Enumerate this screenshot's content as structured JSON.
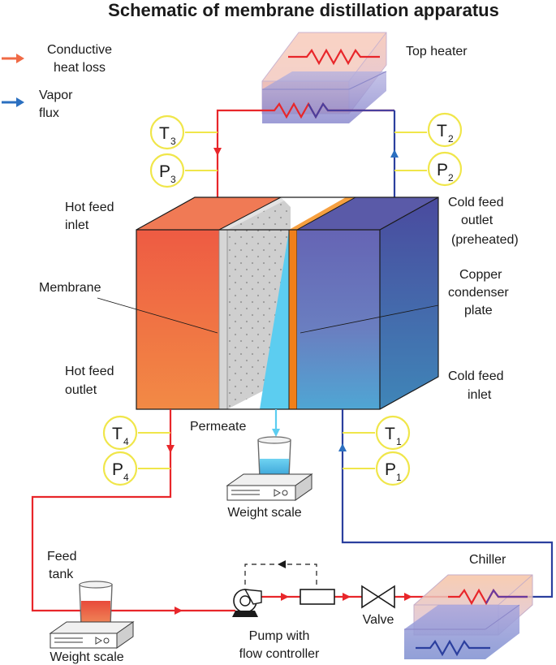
{
  "title": "Schematic of membrane distillation apparatus",
  "legend": {
    "conductive_line1": "Conductive",
    "conductive_line2": "heat loss",
    "vapor_line1": "Vapor",
    "vapor_line2": "flux"
  },
  "labels": {
    "top_heater": "Top heater",
    "hot_feed_inlet_1": "Hot feed",
    "hot_feed_inlet_2": "inlet",
    "hot_feed_outlet_1": "Hot feed",
    "hot_feed_outlet_2": "outlet",
    "membrane": "Membrane",
    "cold_feed_outlet_1": "Cold feed",
    "cold_feed_outlet_2": "outlet",
    "cold_feed_outlet_3": "(preheated)",
    "copper_1": "Copper",
    "copper_2": "condenser",
    "copper_3": "plate",
    "cold_feed_inlet_1": "Cold feed",
    "cold_feed_inlet_2": "inlet",
    "permeate": "Permeate",
    "weight_scale_center": "Weight scale",
    "feed_tank_1": "Feed",
    "feed_tank_2": "tank",
    "weight_scale_left": "Weight scale",
    "pump_1": "Pump with",
    "pump_2": "flow controller",
    "valve": "Valve",
    "chiller": "Chiller"
  },
  "sensors": {
    "t3": {
      "letter": "T",
      "sub": "3"
    },
    "p3": {
      "letter": "P",
      "sub": "3"
    },
    "t2": {
      "letter": "T",
      "sub": "2"
    },
    "p2": {
      "letter": "P",
      "sub": "2"
    },
    "t4": {
      "letter": "T",
      "sub": "4"
    },
    "p4": {
      "letter": "P",
      "sub": "4"
    },
    "t1": {
      "letter": "T",
      "sub": "1"
    },
    "p1": {
      "letter": "P",
      "sub": "1"
    }
  },
  "colors": {
    "hot_line": "#e8262a",
    "cold_line": "#2b3f9e",
    "sensor_ring": "#f0e64a",
    "hot_block": "#f06a45",
    "cold_block": "#6a6fb8",
    "copper": "#f07f1a",
    "permeate": "#5ccdf0",
    "membrane": "#cfcfcf",
    "legend_conductive": "#f06a45",
    "legend_vapor": "#2a6fc0"
  }
}
